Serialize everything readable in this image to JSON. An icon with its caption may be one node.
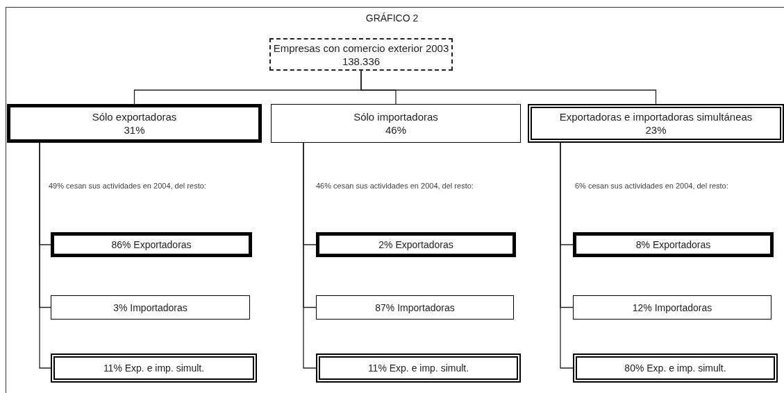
{
  "diagram": {
    "title": "GRÁFICO 2",
    "nodes": [
      {
        "text": [
          "Empresas con comercio exterior 2003",
          "138.336"
        ]
      },
      {
        "text": [
          "Sólo exportadoras",
          "31%"
        ]
      },
      {
        "text": [
          "Sólo importadoras",
          "46%"
        ]
      },
      {
        "text": [
          "Exportadoras e importadoras simultáneas",
          "23%"
        ]
      },
      {
        "text": [
          "86% Exportadoras"
        ]
      },
      {
        "text": [
          "3% Importadoras"
        ]
      },
      {
        "text": [
          "11% Exp. e imp. simult."
        ]
      },
      {
        "text": [
          "2% Exportadoras"
        ]
      },
      {
        "text": [
          "87% Importadoras"
        ]
      },
      {
        "text": [
          "11% Exp. e imp. simult."
        ]
      },
      {
        "text": [
          "8% Exportadoras"
        ]
      },
      {
        "text": [
          "12% Importadoras"
        ]
      },
      {
        "text": [
          "80% Exp. e imp. simult."
        ]
      }
    ],
    "edges": [
      {
        "from": 0,
        "to": 1,
        "arrow": "none"
      },
      {
        "from": 0,
        "to": 2,
        "arrow": "none"
      },
      {
        "from": 0,
        "to": 3,
        "arrow": "none"
      },
      {
        "from": 1,
        "to": 4,
        "arrow": "none"
      },
      {
        "from": 1,
        "to": 5,
        "arrow": "none"
      },
      {
        "from": 1,
        "to": 6,
        "arrow": "none"
      },
      {
        "from": 2,
        "to": 7,
        "arrow": "none"
      },
      {
        "from": 2,
        "to": 8,
        "arrow": "none"
      },
      {
        "from": 2,
        "to": 9,
        "arrow": "none"
      },
      {
        "from": 3,
        "to": 10,
        "arrow": "none"
      },
      {
        "from": 3,
        "to": 11,
        "arrow": "none"
      },
      {
        "from": 3,
        "to": 12,
        "arrow": "none"
      }
    ],
    "labels": [
      "49% cesan sus actividades en 2004, del resto:",
      "46% cesan sus actividades en 2004, del resto:",
      "6% cesan sus actividades en 2004, del resto:"
    ]
  }
}
